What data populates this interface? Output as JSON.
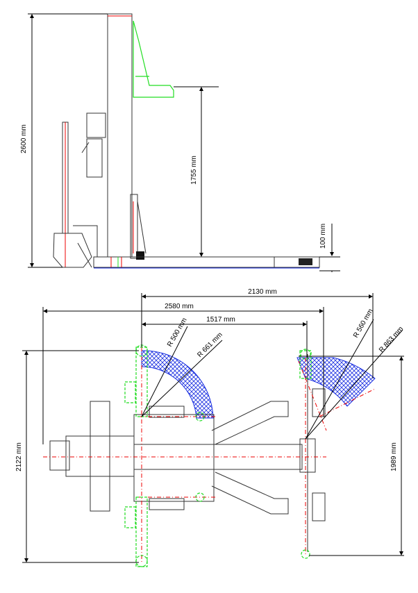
{
  "side_view": {
    "total_height": "2600 mm",
    "fork_height": "1755 mm",
    "base_height": "100 mm"
  },
  "top_view": {
    "width_2130": "2130 mm",
    "width_2580": "2580 mm",
    "width_1517": "1517 mm",
    "radius_left_inner": "R 500 mm",
    "radius_left_outer": "R 661 mm",
    "radius_right_inner": "R 560 mm",
    "radius_right_outer": "R 863 mm",
    "depth_2122": "2122 mm",
    "depth_1989": "1989 mm"
  },
  "colors": {
    "hatch": "#1a2fe0",
    "centerline": "#e00000",
    "ghost": "#22dd22"
  }
}
